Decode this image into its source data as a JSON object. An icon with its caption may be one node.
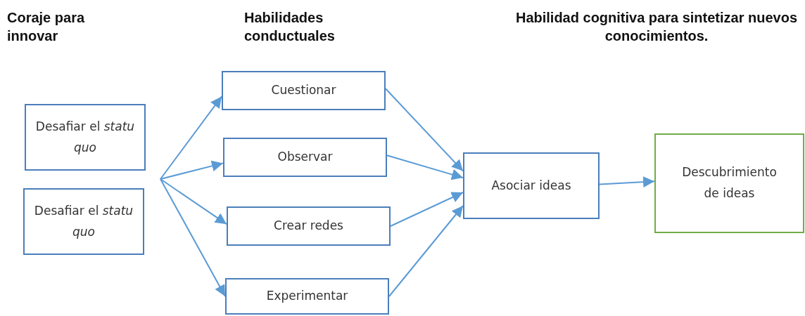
{
  "diagram": {
    "nodes": [
      {
        "text": [
          "Desafiar el *statu quo*"
        ]
      },
      {
        "text": [
          "Desafiar el *statu quo*"
        ]
      },
      {
        "text": [
          "Cuestionar"
        ]
      },
      {
        "text": [
          "Observar"
        ]
      },
      {
        "text": [
          "Crear redes"
        ]
      },
      {
        "text": [
          "Experimentar"
        ]
      },
      {
        "text": [
          "Asociar ideas"
        ]
      },
      {
        "text": [
          "Descubrimiento de ideas"
        ]
      }
    ],
    "edges": [
      {
        "from": null,
        "to": 2,
        "arrow": "to"
      },
      {
        "from": null,
        "to": 3,
        "arrow": "to"
      },
      {
        "from": null,
        "to": 4,
        "arrow": "to"
      },
      {
        "from": null,
        "to": 5,
        "arrow": "to"
      },
      {
        "from": 2,
        "to": 6,
        "arrow": "to"
      },
      {
        "from": 3,
        "to": 6,
        "arrow": "to"
      },
      {
        "from": 4,
        "to": 6,
        "arrow": "to"
      },
      {
        "from": 5,
        "to": 6,
        "arrow": "to"
      },
      {
        "from": 6,
        "to": 7,
        "arrow": "to"
      }
    ],
    "labels": [
      "Coraje para innovar",
      "Habilidades conductuales",
      "Habilidad cognitiva para sintetizar nuevos conocimientos."
    ]
  }
}
